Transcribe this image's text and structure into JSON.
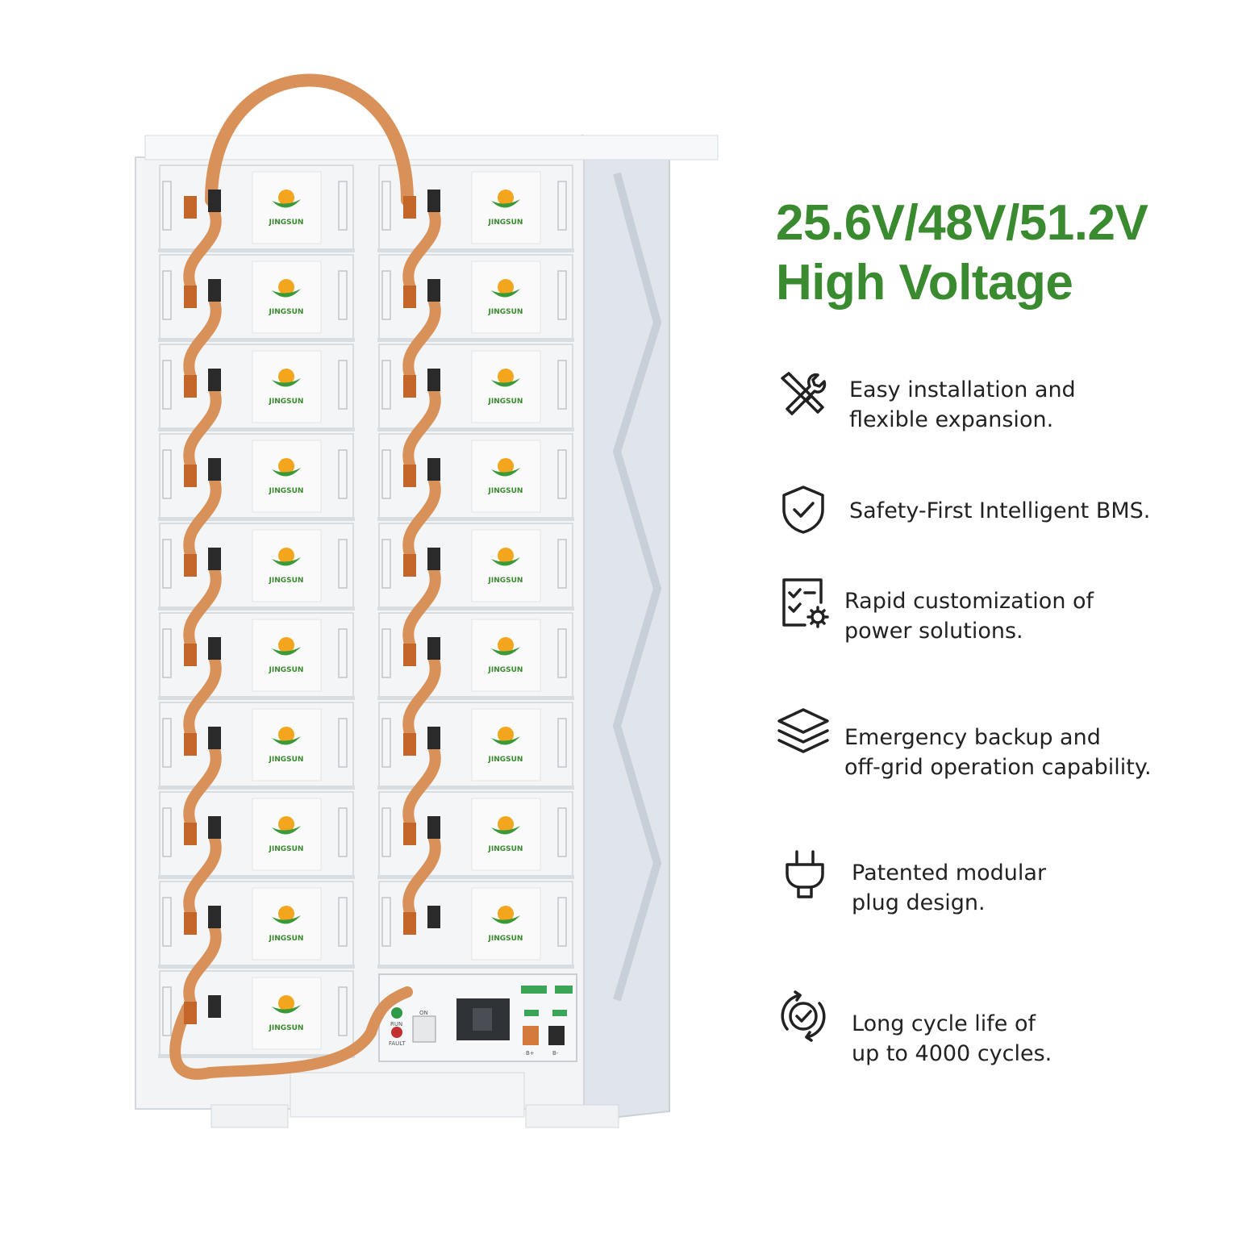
{
  "headline": {
    "line1": "25.6V/48V/51.2V",
    "line2": "High Voltage"
  },
  "brand": "JINGSUN",
  "colors": {
    "headline_green": "#3a8a2f",
    "cable_orange": "#d9915a",
    "rack_frame": "#e8ecef"
  },
  "features": [
    {
      "icon": "tools-icon",
      "lines": [
        "Easy installation and",
        "flexible expansion."
      ]
    },
    {
      "icon": "shield-check-icon",
      "lines": [
        "Safety-First Intelligent BMS."
      ]
    },
    {
      "icon": "checklist-gear-icon",
      "lines": [
        "Rapid customization of",
        "power solutions."
      ]
    },
    {
      "icon": "layers-icon",
      "lines": [
        "Emergency backup and",
        "off-grid operation capability."
      ]
    },
    {
      "icon": "plug-icon",
      "lines": [
        "Patented modular",
        "plug design."
      ]
    },
    {
      "icon": "cycle-check-icon",
      "lines": [
        "Long cycle life of",
        "up to 4000 cycles."
      ]
    }
  ],
  "control_panel": {
    "labels": [
      "RUN",
      "FAULT",
      "ON",
      "B+",
      "B-"
    ]
  }
}
